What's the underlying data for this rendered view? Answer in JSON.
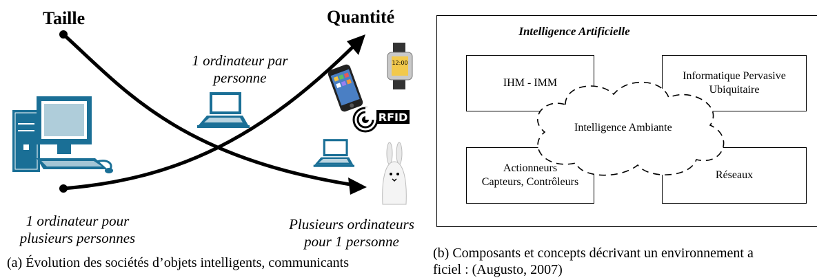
{
  "left": {
    "title_size": "Taille",
    "title_quantity": "Quantité",
    "one_computer_per_person": [
      "1 ordinateur par",
      "personne"
    ],
    "one_computer_many_people": [
      "1 ordinateur pour",
      "plusieurs personnes"
    ],
    "many_computers_one_person": [
      "Plusieurs ordinateurs",
      "pour 1 personne"
    ],
    "watch_time": "12:00",
    "rfid_text": "RFID",
    "caption": "(a) Évolution des sociétés d’objets intelligents, communicants"
  },
  "right": {
    "frame_title": "Intelligence Artificielle",
    "box_ihm": "IHM - IMM",
    "box_pervasive": [
      "Informatique Pervasive",
      "Ubiquitaire"
    ],
    "cloud_label": "Intelligence Ambiante",
    "box_actuators": [
      "Actionneurs",
      "Capteurs, Contrôleurs"
    ],
    "box_networks": "Réseaux",
    "caption_line1": "(b) Composants et concepts décrivant un environnement a",
    "caption_line2": "ficiel : (Augusto, 2007)"
  },
  "colors": {
    "computer_blue": "#1a6f96",
    "line": "#000000"
  }
}
